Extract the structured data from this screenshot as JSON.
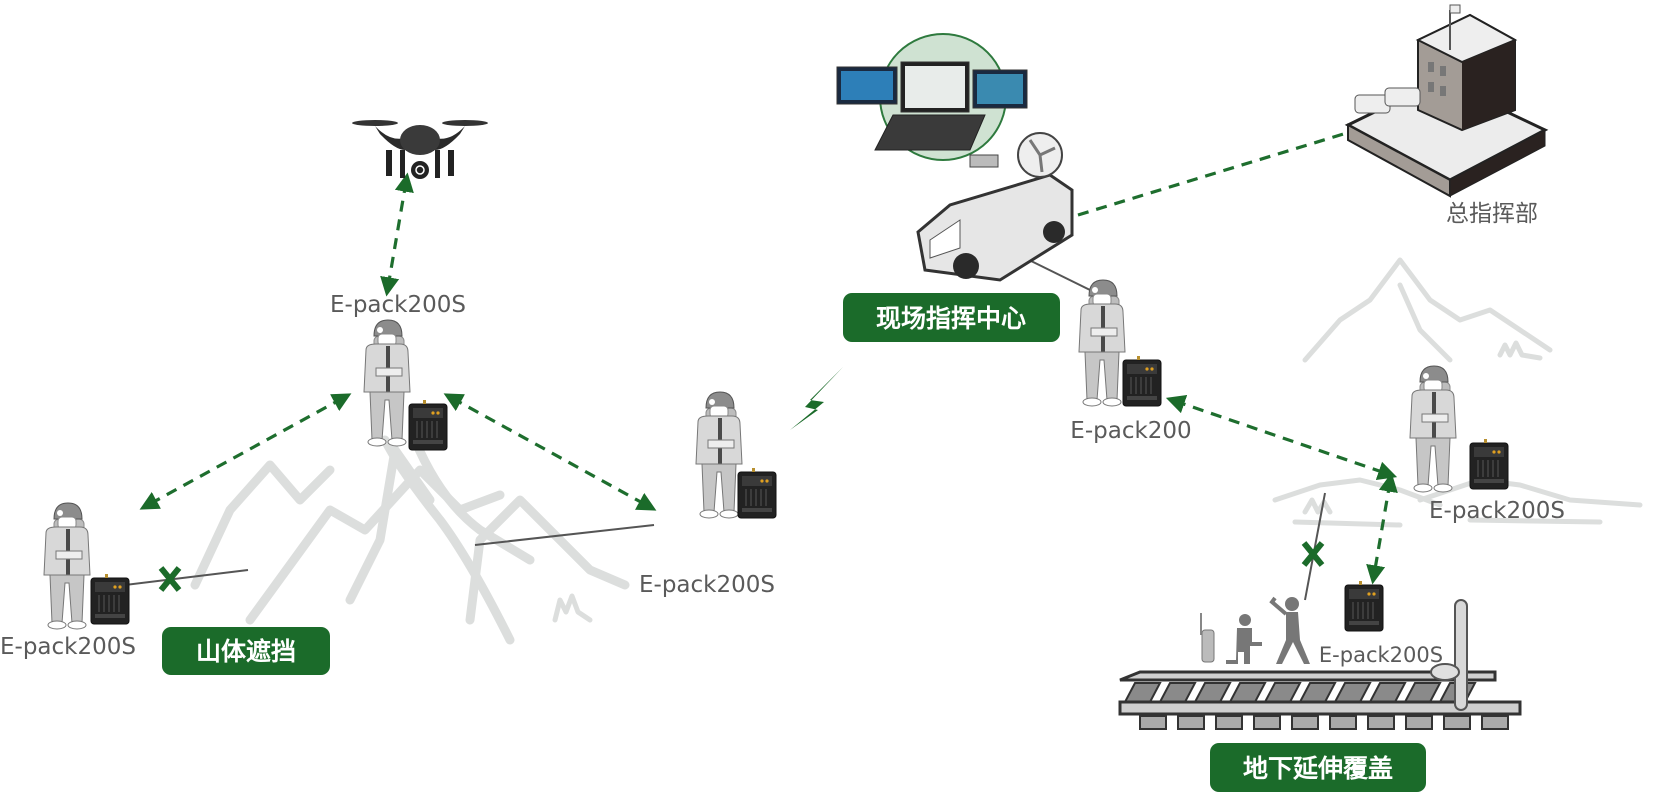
{
  "colors": {
    "accent_green": "#1b6b2a",
    "label_gray": "#5a5a5a",
    "mountain_gray": "#dcdedd"
  },
  "labels": {
    "drone_node": "E-pack200S",
    "left_node": "E-pack200S",
    "middle_node": "E-pack200S",
    "command_node": "E-pack200",
    "right_node": "E-pack200S",
    "tunnel_node": "E-pack200S",
    "hq": "总指挥部"
  },
  "badges": {
    "mountain_block": "山体遮挡",
    "field_command": "现场指挥中心",
    "underground": "地下延伸覆盖"
  },
  "blocked_mark": "X",
  "icons": [
    "drone-icon",
    "worker-icon",
    "radio-box-icon",
    "command-vehicle-icon",
    "laptop-icon",
    "headquarters-icon",
    "lightning-icon",
    "walkie-talkie-icon",
    "railway-icon",
    "mountain-icon"
  ]
}
